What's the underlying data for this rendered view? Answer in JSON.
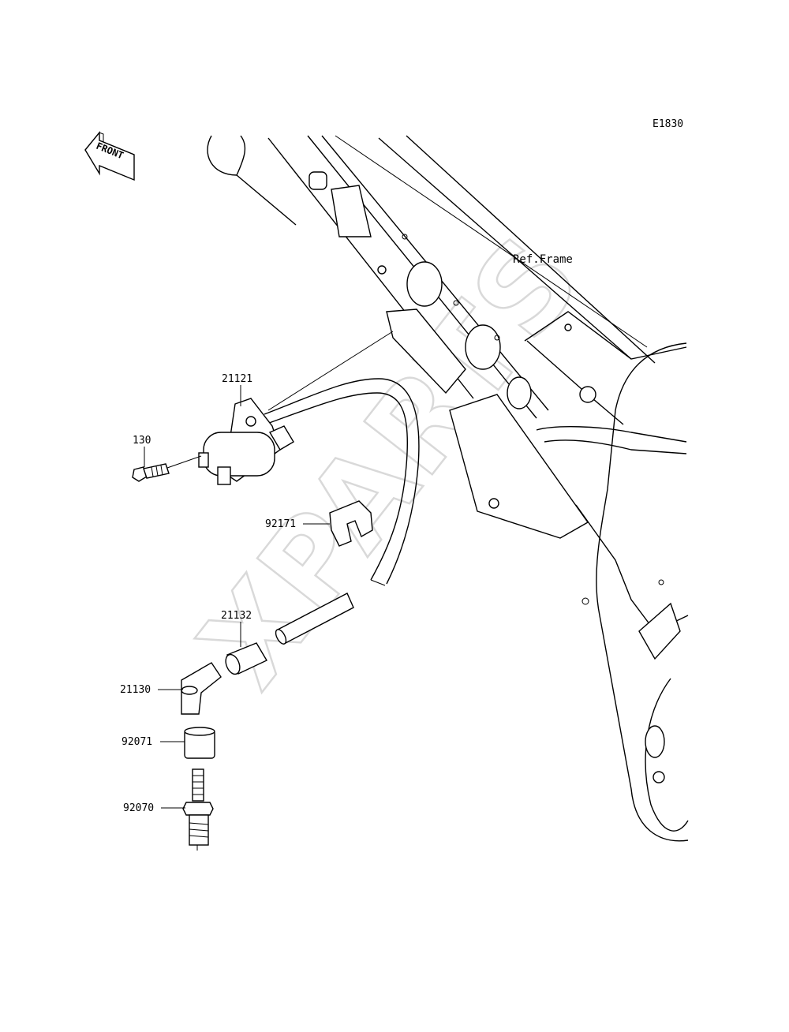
{
  "diagram": {
    "code": "E1830",
    "front_label": "FRONT",
    "ref_label": "Ref.Frame",
    "watermark": "XPARTS",
    "parts": [
      {
        "id": "p21121",
        "number": "21121",
        "name": "ignition-coil"
      },
      {
        "id": "p130",
        "number": "130",
        "name": "bolt"
      },
      {
        "id": "p92171",
        "number": "92171",
        "name": "clamp"
      },
      {
        "id": "p21132",
        "number": "21132",
        "name": "cap"
      },
      {
        "id": "p21130",
        "number": "21130",
        "name": "spark-plug-cap"
      },
      {
        "id": "p92071",
        "number": "92071",
        "name": "seal"
      },
      {
        "id": "p92070",
        "number": "92070",
        "name": "spark-plug"
      }
    ]
  }
}
